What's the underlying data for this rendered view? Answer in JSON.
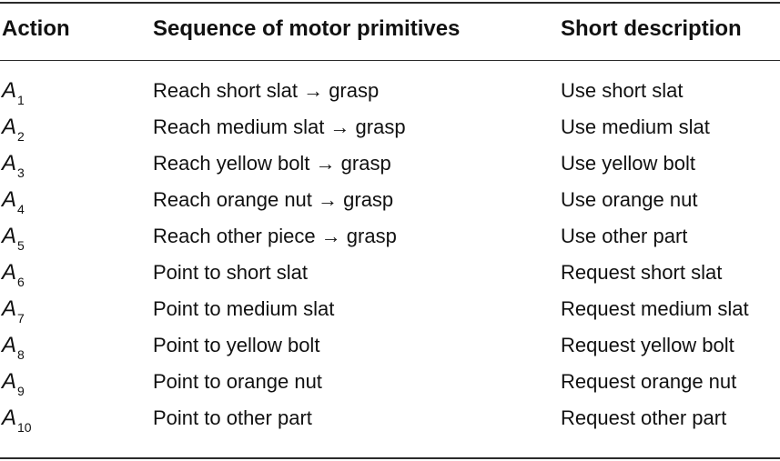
{
  "table": {
    "headers": {
      "action": "Action",
      "sequence": "Sequence of motor primitives",
      "description": "Short description"
    },
    "rows": [
      {
        "symbol": "A",
        "index": "1",
        "sequence": "Reach short slat → grasp",
        "description": "Use short slat"
      },
      {
        "symbol": "A",
        "index": "2",
        "sequence": "Reach medium slat → grasp",
        "description": "Use medium slat"
      },
      {
        "symbol": "A",
        "index": "3",
        "sequence": "Reach yellow bolt → grasp",
        "description": "Use yellow bolt"
      },
      {
        "symbol": "A",
        "index": "4",
        "sequence": "Reach orange nut → grasp",
        "description": "Use orange nut"
      },
      {
        "symbol": "A",
        "index": "5",
        "sequence": "Reach other piece → grasp",
        "description": "Use other part"
      },
      {
        "symbol": "A",
        "index": "6",
        "sequence": "Point to short slat",
        "description": "Request short slat"
      },
      {
        "symbol": "A",
        "index": "7",
        "sequence": "Point to medium slat",
        "description": "Request medium slat"
      },
      {
        "symbol": "A",
        "index": "8",
        "sequence": "Point to yellow bolt",
        "description": "Request yellow bolt"
      },
      {
        "symbol": "A",
        "index": "9",
        "sequence": "Point to orange nut",
        "description": "Request orange nut"
      },
      {
        "symbol": "A",
        "index": "10",
        "sequence": "Point to other part",
        "description": "Request other part"
      }
    ]
  }
}
